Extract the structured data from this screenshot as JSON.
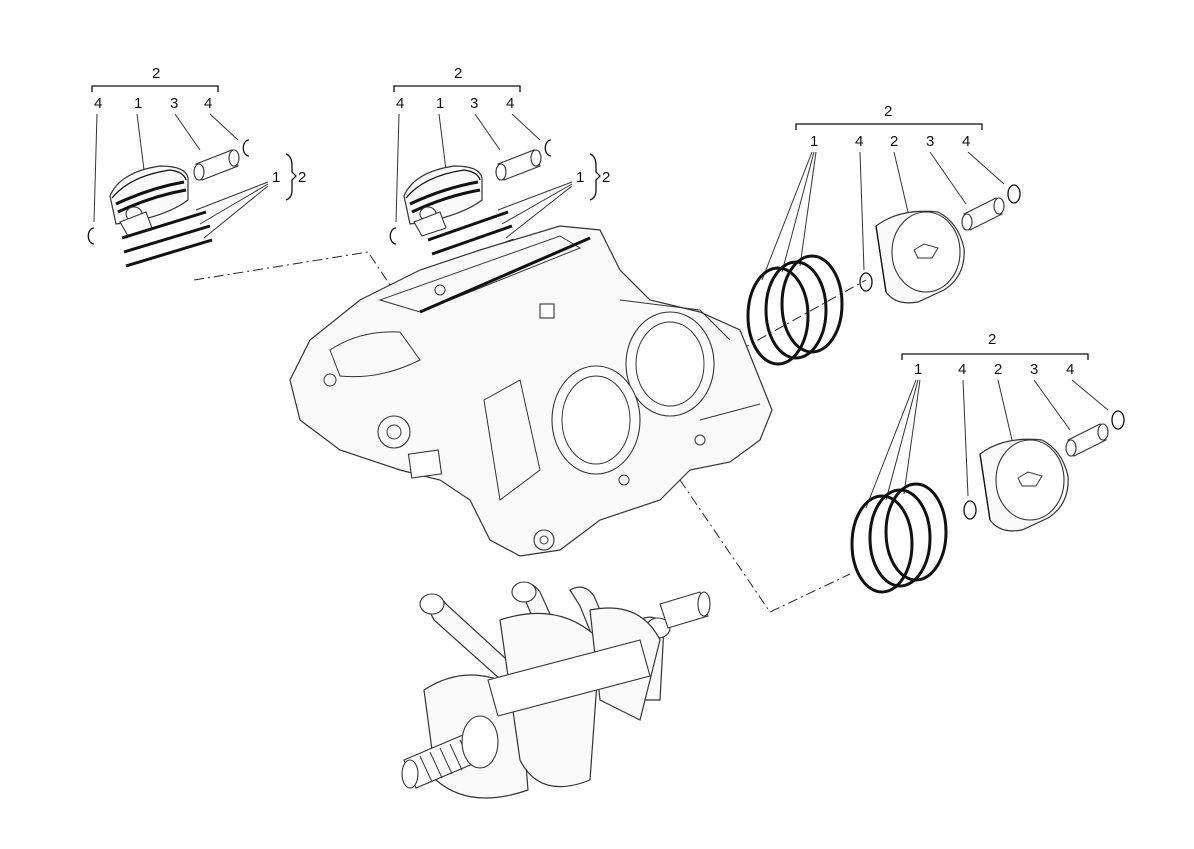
{
  "diagram": {
    "callouts": {
      "group_a": {
        "bracket": "2",
        "pin_clip_left": "4",
        "piston": "1",
        "pin": "3",
        "pin_clip_right": "4",
        "rings": "1",
        "rings_group": "2"
      },
      "group_b": {
        "bracket": "2",
        "pin_clip_left": "4",
        "piston": "1",
        "pin": "3",
        "pin_clip_right": "4",
        "rings": "1",
        "rings_group": "2"
      },
      "group_c": {
        "bracket": "2",
        "rings": "1",
        "pin_clip_left": "4",
        "piston": "2",
        "pin": "3",
        "pin_clip_right": "4"
      },
      "group_d": {
        "bracket": "2",
        "rings": "1",
        "pin_clip_left": "4",
        "piston": "2",
        "pin": "3",
        "pin_clip_right": "4"
      }
    },
    "colors": {
      "line": "#111111",
      "background": "#ffffff"
    }
  }
}
